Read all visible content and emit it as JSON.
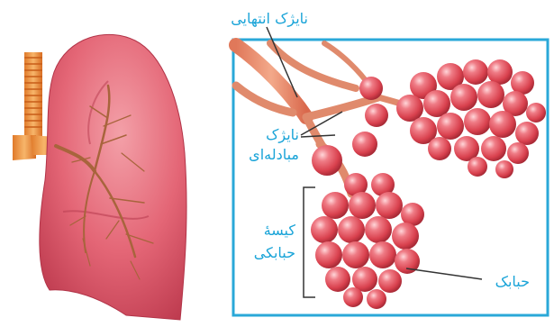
{
  "labels": {
    "terminal_bronchiole": "نایژک انتهایی",
    "respiratory_bronchiole_line1": "نایژک",
    "respiratory_bronchiole_line2": "مبادله‌ای",
    "alveolar_sac_line1": "کیسهٔ",
    "alveolar_sac_line2": "حبابکی",
    "alveolus": "حبابک"
  },
  "colors": {
    "label_text": "#1aa4d8",
    "frame_border": "#2aa8d8",
    "alveolus_fill": "#e0505a",
    "lung_fill": "#e0606e",
    "airway_fill": "#e08a6c",
    "trachea_fill": "#e8903a",
    "pointer_line": "#333333"
  },
  "icons": {
    "lung": "lung-illustration",
    "alveoli": "alveolus-cluster-illustration"
  }
}
